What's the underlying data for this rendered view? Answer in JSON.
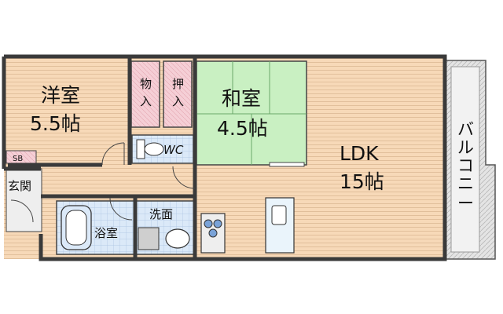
{
  "rooms": {
    "western": {
      "name": "洋室",
      "size": "5.5帖"
    },
    "storage": {
      "name1": "物",
      "name2": "入"
    },
    "closet": {
      "name1": "押",
      "name2": "入"
    },
    "japanese": {
      "name": "和室",
      "size": "4.5帖"
    },
    "ldk": {
      "name": "LDK",
      "size": "15帖"
    },
    "wc": {
      "name": "WC"
    },
    "sb": {
      "name": "SB"
    },
    "entrance": {
      "name": "玄関"
    },
    "bath": {
      "name": "浴室"
    },
    "washroom": {
      "name": "洗面"
    },
    "balcony": {
      "c1": "バ",
      "c2": "ル",
      "c3": "コ",
      "c4": "ニ",
      "c5": "ー"
    }
  },
  "colors": {
    "floor": "#f7d9b8",
    "tatami": "#c9f0c2",
    "wet": "#dbe9f8",
    "closet": "#f5cfd6",
    "wall": "#3a3a3a",
    "balcony": "#dcdcdc"
  }
}
